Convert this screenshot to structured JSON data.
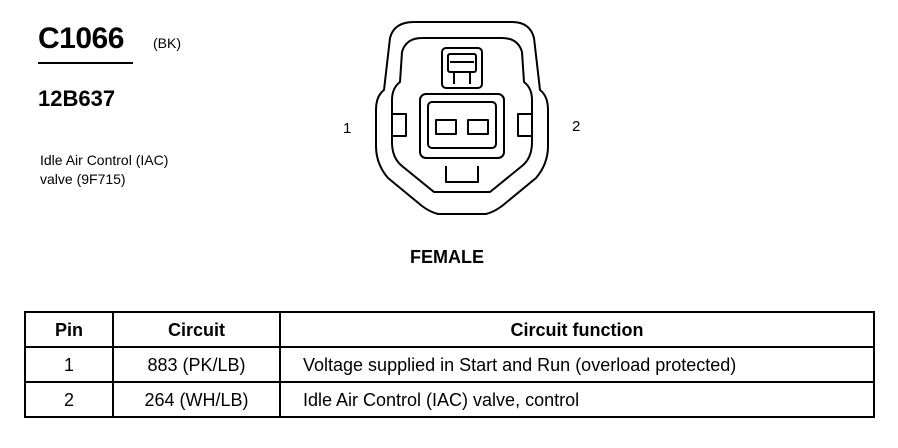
{
  "connector": {
    "id": "C1066",
    "color": "(BK)",
    "part_number": "12B637",
    "component_lines": [
      "Idle Air Control (IAC)",
      "valve (9F715)"
    ]
  },
  "diagram": {
    "pin_labels": [
      "1",
      "2"
    ],
    "gender": "FEMALE"
  },
  "table": {
    "headers": [
      "Pin",
      "Circuit",
      "Circuit function"
    ],
    "rows": [
      {
        "pin": "1",
        "circuit": "883 (PK/LB)",
        "function": "Voltage supplied in Start and Run (overload protected)"
      },
      {
        "pin": "2",
        "circuit": "264 (WH/LB)",
        "function": "Idle Air Control (IAC) valve, control"
      }
    ]
  }
}
